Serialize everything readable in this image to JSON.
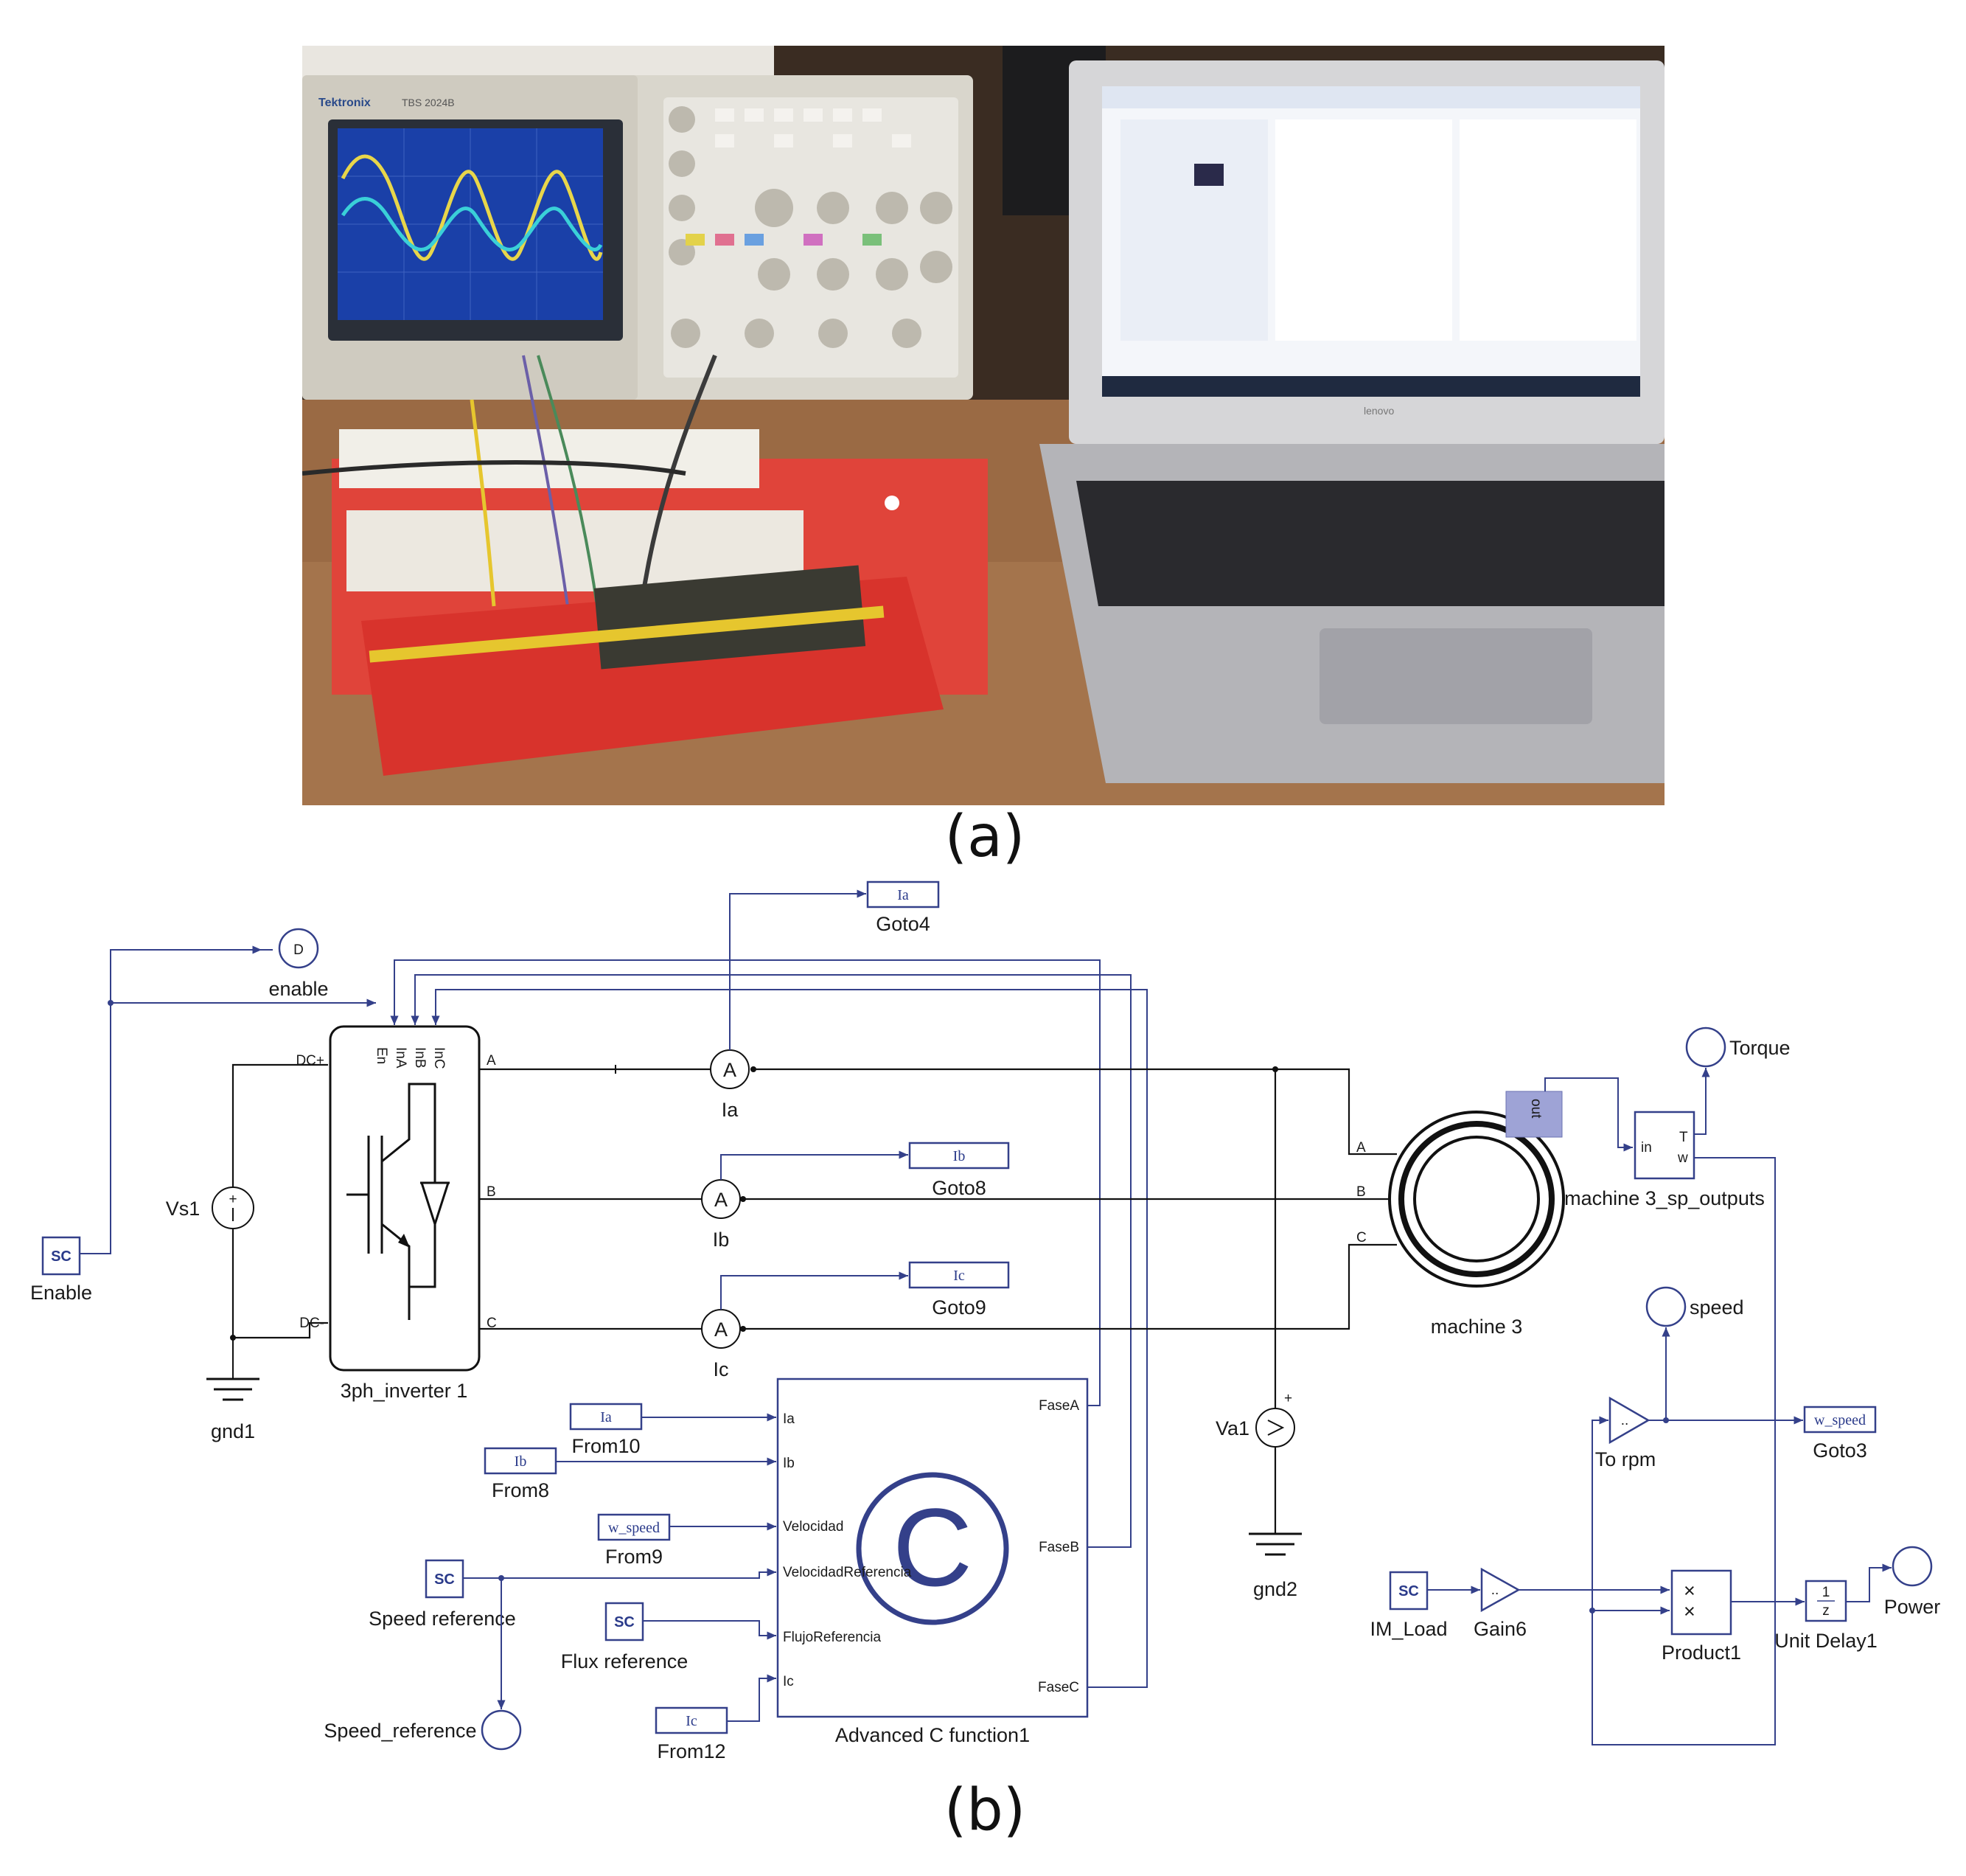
{
  "captions": {
    "a": "(a)",
    "b": "(b)"
  },
  "photo": {
    "oscilloscope_brand": "Tektronix",
    "oscilloscope_model": "TBS 2024B",
    "laptop_brand": "lenovo",
    "colors": {
      "table": "#8a5a35",
      "trace_yellow": "#e8d64a",
      "trace_cyan": "#3ad0d8",
      "board_red": "#d8332c",
      "enclosure_red": "#e0443a"
    }
  },
  "diagram": {
    "sources": {
      "enable_sc": "SC",
      "enable_label": "Enable",
      "enable_probe_letter": "D",
      "enable_probe_label": "enable",
      "vs1_label": "Vs1",
      "vs1_plus": "+",
      "gnd1_label": "gnd1",
      "gnd2_label": "gnd2",
      "va1_label": "Va1",
      "va1_plus": "+"
    },
    "inverter": {
      "label": "3ph_inverter 1",
      "ports_top": [
        "En",
        "InA",
        "InB",
        "InC"
      ],
      "port_dcp": "DC+",
      "port_dcm": "DC-",
      "port_a": "A",
      "port_b": "B",
      "port_c": "C"
    },
    "ammeters": {
      "symbol": "A",
      "ia_label": "Ia",
      "ib_label": "Ib",
      "ic_label": "Ic"
    },
    "gotos": {
      "goto4_tag": "Ia",
      "goto4_label": "Goto4",
      "goto8_tag": "Ib",
      "goto8_label": "Goto8",
      "goto9_tag": "Ic",
      "goto9_label": "Goto9",
      "goto3_tag": "w_speed",
      "goto3_label": "Goto3"
    },
    "machine": {
      "label": "machine 3",
      "port_a": "A",
      "port_b": "B",
      "port_c": "C",
      "out_port": "out",
      "sp_outputs_label": "machine 3_sp_outputs",
      "sp_in": "in",
      "sp_t": "T",
      "sp_w": "w"
    },
    "probes": {
      "torque": "Torque",
      "speed": "speed",
      "power": "Power",
      "speed_reference": "Speed_reference"
    },
    "froms": {
      "from10_tag": "Ia",
      "from10_label": "From10",
      "from8_tag": "Ib",
      "from8_label": "From8",
      "from9_tag": "w_speed",
      "from9_label": "From9",
      "from12_tag": "Ic",
      "from12_label": "From12"
    },
    "sc_blocks": {
      "sc": "SC",
      "speed_reference": "Speed reference",
      "flux_reference": "Flux reference",
      "im_load": "IM_Load"
    },
    "cfunction": {
      "label": "Advanced C function1",
      "symbol": "C",
      "inputs": [
        "Ia",
        "Ib",
        "Velocidad",
        "VelocidadReferencia",
        "FlujoReferencia",
        "Ic"
      ],
      "outputs": [
        "FaseA",
        "FaseB",
        "FaseC"
      ]
    },
    "math": {
      "to_rpm_label": "To rpm",
      "gain6_label": "Gain6",
      "gain_symbol": "..",
      "product_label": "Product1",
      "product_ops": [
        "×",
        "×"
      ],
      "unit_delay_label": "Unit Delay1",
      "unit_delay_num": "1",
      "unit_delay_den": "z"
    }
  }
}
